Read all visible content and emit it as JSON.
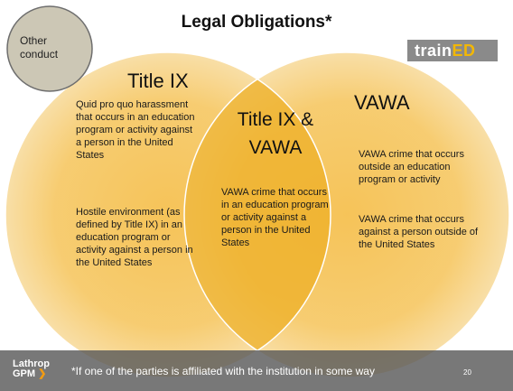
{
  "slide": {
    "title": "Legal Obligations*",
    "other_conduct": "Other conduct",
    "logo": {
      "brand_text": "train",
      "accent_text": "ED"
    },
    "venn": {
      "left": {
        "heading": "Title IX",
        "items": [
          "Quid pro quo harassment that occurs in an education program or activity against a person in the United States",
          "Hostile environment (as defined by Title IX) in an education program or activity against a person in the United States"
        ]
      },
      "overlap": {
        "heading": "Title IX & VAWA",
        "items": [
          "VAWA crime that occurs in an education program or activity against a person in the United States"
        ]
      },
      "right": {
        "heading": "VAWA",
        "items": [
          "VAWA crime that occurs outside an education program or activity",
          "VAWA crime that occurs against a person outside of the United States"
        ]
      }
    },
    "footer": {
      "brand_line1": "Lathrop",
      "brand_line2": "GPM",
      "footnote": "*If one of the parties is affiliated with the institution in some way",
      "page_number": "20"
    },
    "colors": {
      "circle": "#f5c55b",
      "overlap": "#f0b534",
      "other_circle": "#cbc6b4",
      "footer": "#5a5a5a",
      "accent": "#f2b705"
    }
  }
}
